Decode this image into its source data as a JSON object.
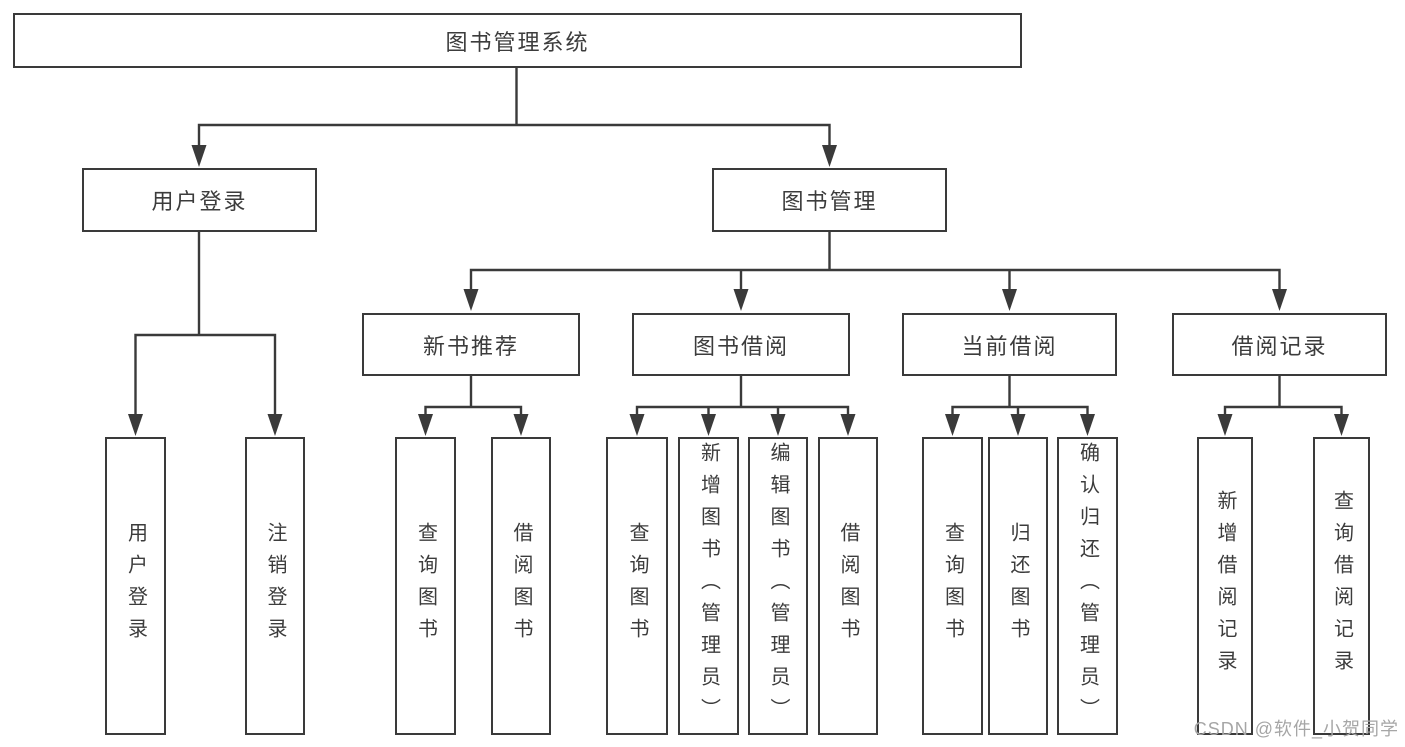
{
  "diagram": {
    "title": "图书管理系统",
    "type": "hierarchy-tree",
    "colors": {
      "line": "#3a3a3a",
      "box_border": "#3a3a3a",
      "text": "#3c3c3c",
      "watermark": "#a6a6a6",
      "background": "#ffffff"
    },
    "tree": {
      "label": "图书管理系统",
      "children": [
        {
          "label": "用户登录",
          "children": [
            {
              "label": "用户登录"
            },
            {
              "label": "注销登录"
            }
          ]
        },
        {
          "label": "图书管理",
          "children": [
            {
              "label": "新书推荐",
              "children": [
                {
                  "label": "查询图书"
                },
                {
                  "label": "借阅图书"
                }
              ]
            },
            {
              "label": "图书借阅",
              "children": [
                {
                  "label": "查询图书"
                },
                {
                  "label": "新增图书（管理员）"
                },
                {
                  "label": "编辑图书（管理员）"
                },
                {
                  "label": "借阅图书"
                }
              ]
            },
            {
              "label": "当前借阅",
              "children": [
                {
                  "label": "查询图书"
                },
                {
                  "label": "归还图书"
                },
                {
                  "label": "确认归还（管理员）"
                }
              ]
            },
            {
              "label": "借阅记录",
              "children": [
                {
                  "label": "新增借阅记录"
                },
                {
                  "label": "查询借阅记录"
                }
              ]
            }
          ]
        }
      ]
    }
  },
  "watermark": {
    "text": "CSDN @软件_小贺同学"
  }
}
